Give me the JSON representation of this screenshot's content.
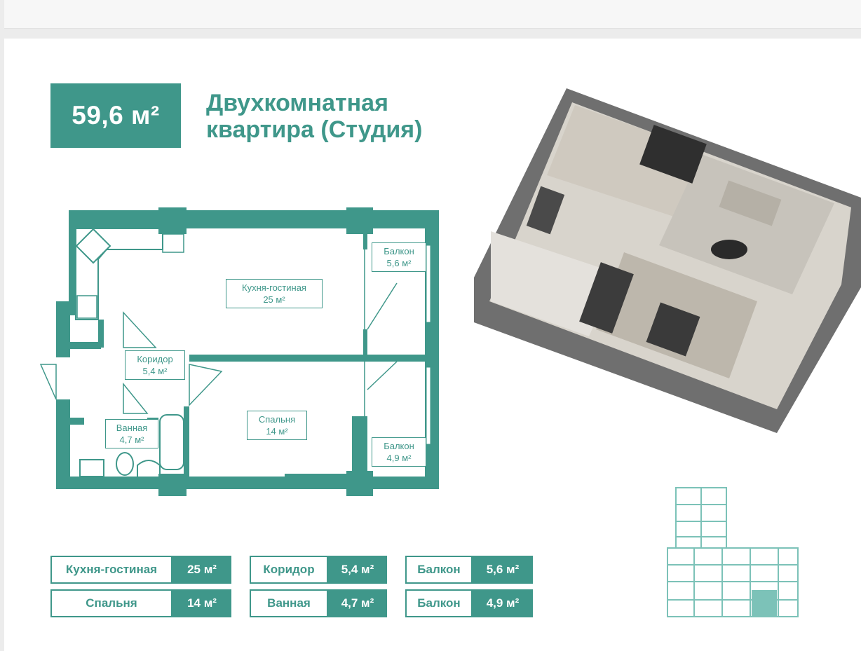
{
  "header": {
    "area_badge": "59,6 м²",
    "title_line1": "Двухкомнатная",
    "title_line2": "квартира (Студия)"
  },
  "plan_rooms": [
    {
      "name": "Балкон",
      "area": "5,6 м²"
    },
    {
      "name": "Кухня-гостиная",
      "area": "25 м²"
    },
    {
      "name": "Коридор",
      "area": "5,4 м²"
    },
    {
      "name": "Спальня",
      "area": "14 м²"
    },
    {
      "name": "Ванная",
      "area": "4,7 м²"
    },
    {
      "name": "Балкон",
      "area": "4,9 м²"
    }
  ],
  "specs": [
    {
      "name": "Кухня-гостиная",
      "value": "25 м²"
    },
    {
      "name": "Спальня",
      "value": "14 м²"
    },
    {
      "name": "Коридор",
      "value": "5,4 м²"
    },
    {
      "name": "Ванная",
      "value": "4,7 м²"
    },
    {
      "name": "Балкон",
      "value": "5,6 м²"
    },
    {
      "name": "Балкон",
      "value": "4,9 м²"
    }
  ],
  "colors": {
    "accent": "#3f978a",
    "background": "#ffffff"
  }
}
